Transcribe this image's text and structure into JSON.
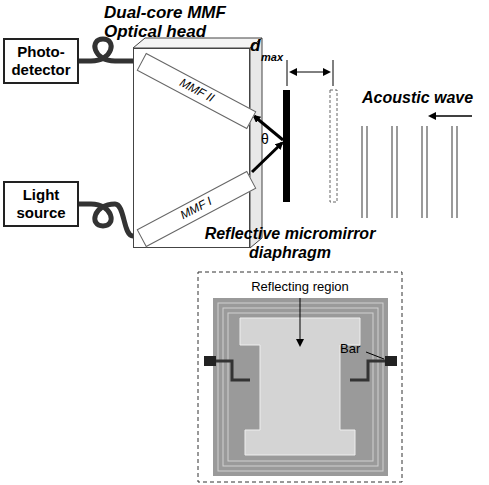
{
  "diagram": {
    "nodes": [
      {
        "text": [
          "Dual-core MMF Optical head"
        ]
      },
      {
        "text": [
          "MMF II"
        ],
        "in": 0
      },
      {
        "text": [
          "MMF I"
        ],
        "in": 0
      },
      {
        "text": [
          "Photo- detector"
        ]
      },
      {
        "text": [
          "Light source"
        ]
      }
    ],
    "edges": [
      {
        "from": 3,
        "to": 0,
        "arrow": "none"
      },
      {
        "from": 4,
        "to": 0,
        "arrow": "none"
      }
    ],
    "labels": [
      "d",
      "max",
      "θ",
      "Acoustic wave",
      "Reflective micromirror diaphragm",
      "Reflecting region",
      "Bar"
    ]
  }
}
